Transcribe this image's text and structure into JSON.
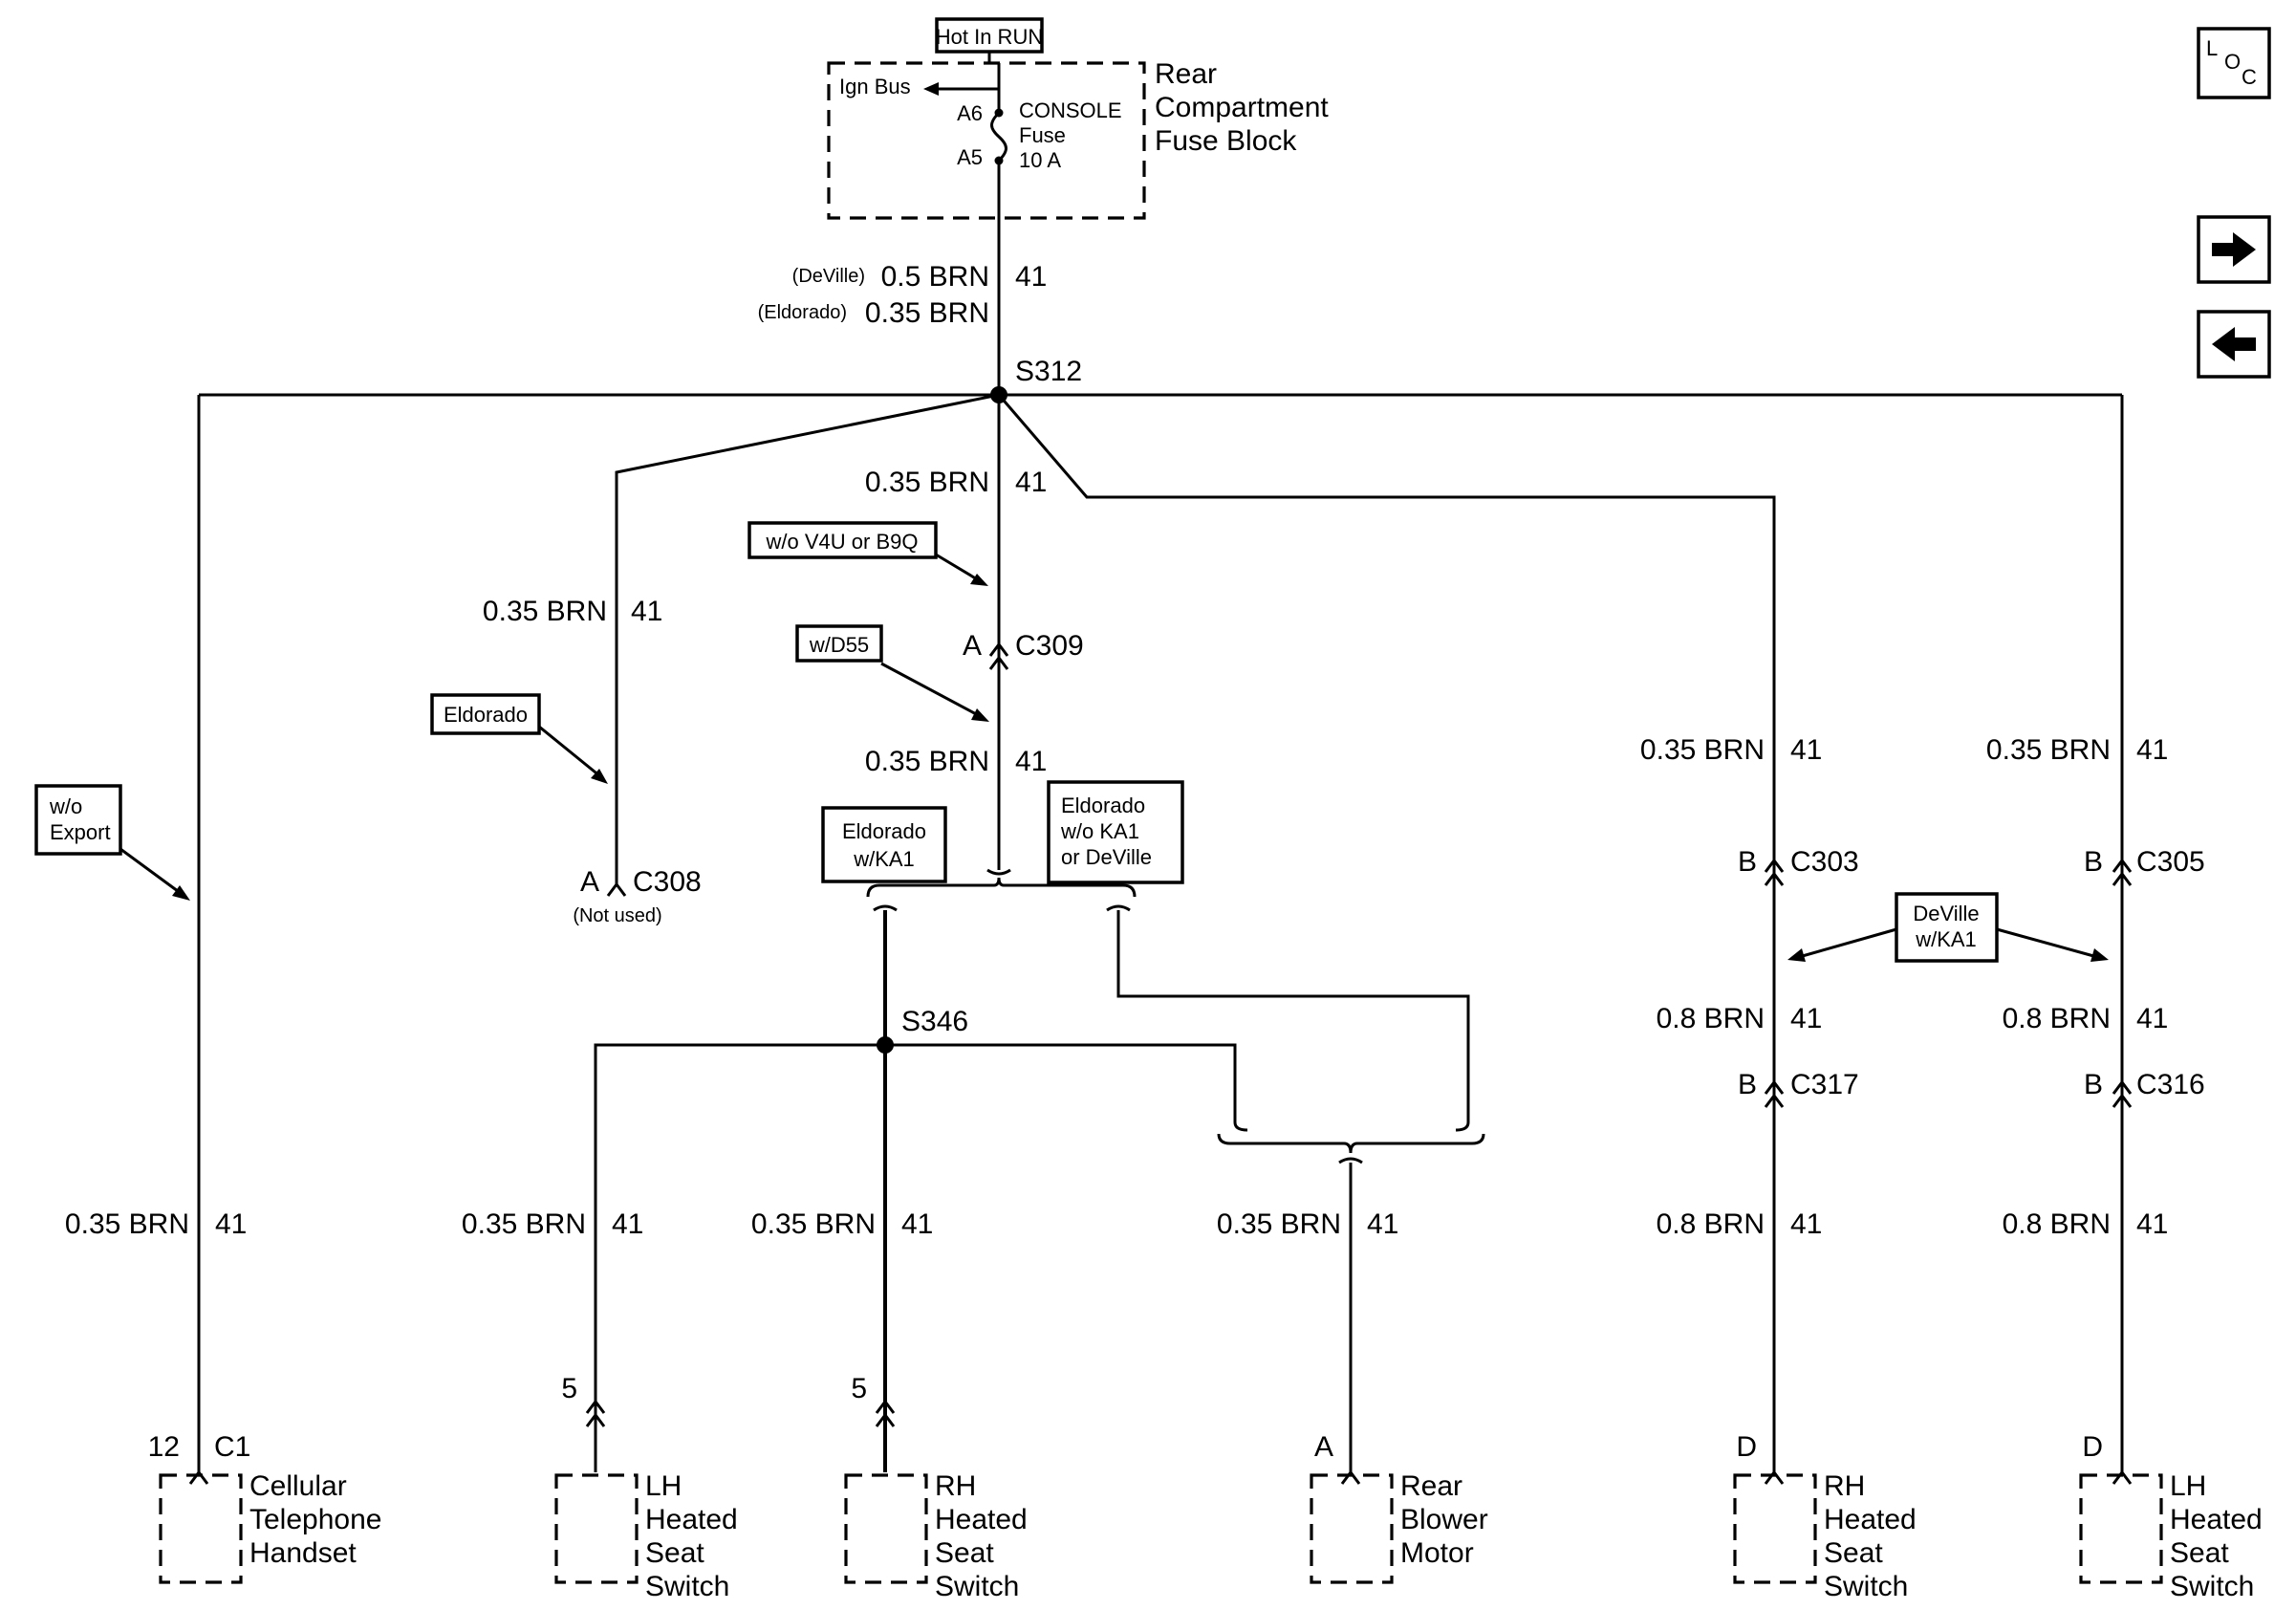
{
  "fuse_block": {
    "hot_label": "Hot In RUN",
    "ign_bus": "Ign Bus",
    "pin_a6": "A6",
    "pin_a5": "A5",
    "fuse_lines": [
      "CONSOLE",
      "Fuse",
      "10 A"
    ],
    "name_lines": [
      "Rear",
      "Compartment",
      "Fuse Block"
    ]
  },
  "main_feed": {
    "line1_model": "(DeVille)",
    "line1_wire": "0.5 BRN",
    "circuit": "41",
    "line2_model": "(Eldorado)",
    "line2_wire": "0.35 BRN"
  },
  "splices": {
    "s312": "S312",
    "s346": "S346"
  },
  "conditions": {
    "wo_v4u_b9q": "w/o V4U or B9Q",
    "w_d55": "w/D55",
    "eldorado": "Eldorado",
    "wo_export": [
      "w/o",
      "Export"
    ],
    "eldorado_ka1": [
      "Eldorado",
      "w/KA1"
    ],
    "eldorado_wo_ka1": [
      "Eldorado",
      "w/o KA1",
      "or DeVille"
    ],
    "deville_ka1": [
      "DeVille",
      "w/KA1"
    ]
  },
  "connectors": {
    "c309": {
      "pin": "A",
      "name": "C309"
    },
    "c308": {
      "pin": "A",
      "name": "C308",
      "note": "(Not used)"
    },
    "c303": {
      "pin": "B",
      "name": "C303"
    },
    "c305": {
      "pin": "B",
      "name": "C305"
    },
    "c317": {
      "pin": "B",
      "name": "C317"
    },
    "c316": {
      "pin": "B",
      "name": "C316"
    }
  },
  "wires": {
    "center_upper": {
      "wire": "0.35 BRN",
      "circuit": "41"
    },
    "center_lower": {
      "wire": "0.35 BRN",
      "circuit": "41"
    },
    "c308_branch": {
      "wire": "0.35 BRN",
      "circuit": "41"
    },
    "rh_upper": {
      "wire": "0.35 BRN",
      "circuit": "41"
    },
    "lh_upper": {
      "wire": "0.35 BRN",
      "circuit": "41"
    },
    "rh_mid": {
      "wire": "0.8 BRN",
      "circuit": "41"
    },
    "lh_mid": {
      "wire": "0.8 BRN",
      "circuit": "41"
    },
    "cell": {
      "wire": "0.35 BRN",
      "circuit": "41"
    },
    "lh_front": {
      "wire": "0.35 BRN",
      "circuit": "41"
    },
    "rh_front": {
      "wire": "0.35 BRN",
      "circuit": "41"
    },
    "blower": {
      "wire": "0.35 BRN",
      "circuit": "41"
    },
    "rh_rear": {
      "wire": "0.8 BRN",
      "circuit": "41"
    },
    "lh_rear": {
      "wire": "0.8 BRN",
      "circuit": "41"
    }
  },
  "components": {
    "cellular": {
      "pin": "12",
      "conn": "C1",
      "name": [
        "Cellular",
        "Telephone",
        "Handset"
      ]
    },
    "lh_front_seat": {
      "pin": "5",
      "name": [
        "LH",
        "Heated",
        "Seat",
        "Switch"
      ]
    },
    "rh_front_seat": {
      "pin": "5",
      "name": [
        "RH",
        "Heated",
        "Seat",
        "Switch"
      ]
    },
    "blower": {
      "pin": "A",
      "name": [
        "Rear",
        "Blower",
        "Motor"
      ]
    },
    "rh_rear_seat": {
      "pin": "D",
      "name": [
        "RH",
        "Heated",
        "Seat",
        "Switch"
      ]
    },
    "lh_rear_seat": {
      "pin": "D",
      "name": [
        "LH",
        "Heated",
        "Seat",
        "Switch"
      ]
    }
  },
  "nav": {
    "loc_l": "L",
    "loc_o": "O",
    "loc_c": "C",
    "forward_icon": "arrow-right-icon",
    "back_icon": "arrow-left-icon"
  }
}
